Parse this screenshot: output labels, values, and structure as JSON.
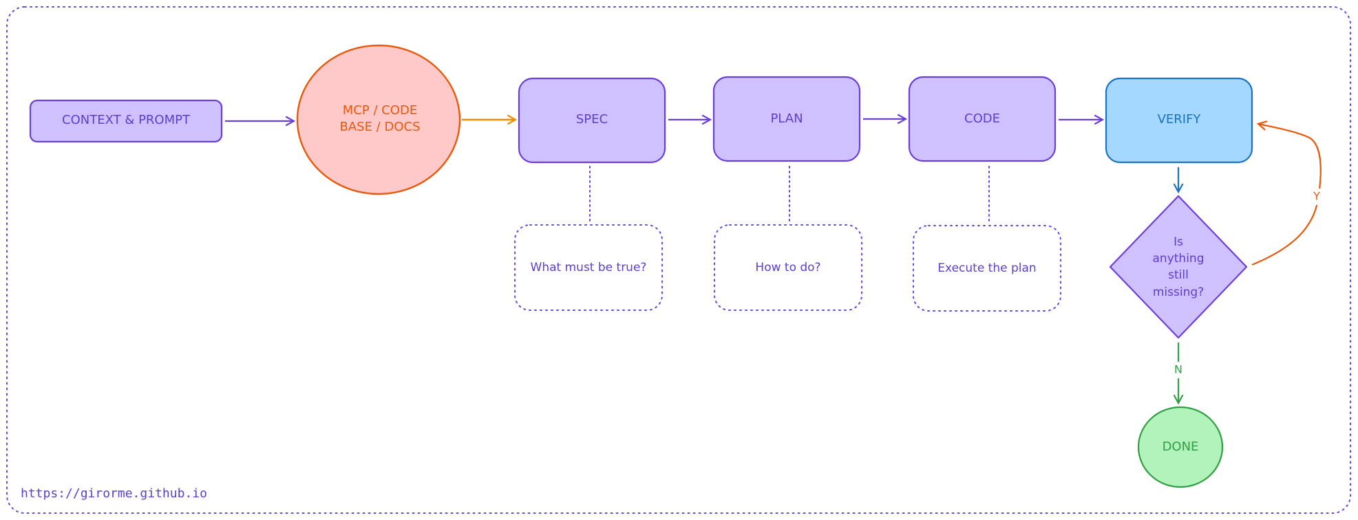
{
  "nodes": {
    "context": "CONTEXT & PROMPT",
    "mcp_line1": "MCP / CODE",
    "mcp_line2": "BASE / DOCS",
    "spec": "SPEC",
    "plan": "PLAN",
    "code": "CODE",
    "verify": "VERIFY",
    "decision": [
      "Is",
      "anything",
      "still",
      "missing?"
    ],
    "done": "DONE"
  },
  "notes": {
    "spec": "What must be true?",
    "plan": "How to do?",
    "code": "Execute the plan"
  },
  "edge_labels": {
    "yes": "Y",
    "no": "N"
  },
  "footer": {
    "url": "https://girorme.github.io"
  },
  "colors": {
    "border": "#5b4be0",
    "purple_stroke": "#6a3fd8",
    "purple_fill": "#cfc0ff",
    "orange_stroke": "#e8590c",
    "orange_fill": "#ffc9c9",
    "orange_arrow": "#f08c00",
    "blue_stroke": "#1971c2",
    "blue_fill": "#a5d8ff",
    "green_stroke": "#2f9e44",
    "green_fill": "#b2f2bb",
    "text_purple": "#5b3fd0",
    "text_orange": "#e8590c",
    "text_blue": "#1971c2",
    "text_green": "#2f9e44"
  }
}
